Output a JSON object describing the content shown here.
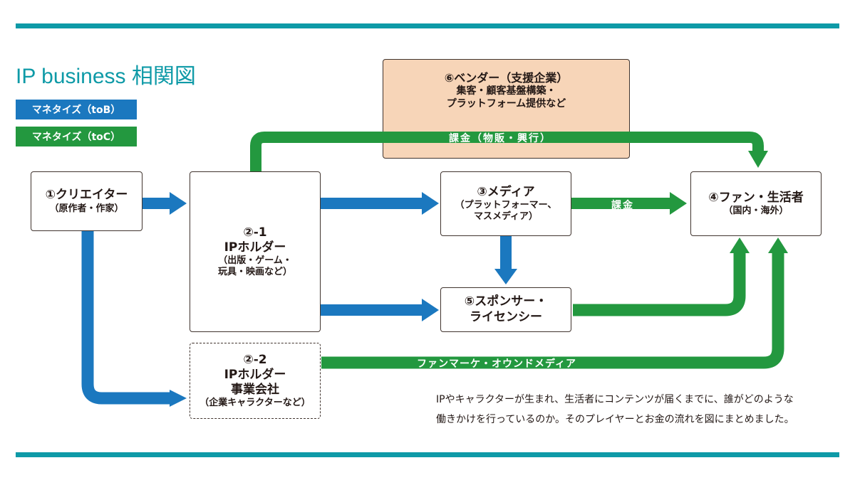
{
  "title": "IP business 相関図",
  "legend": [
    {
      "label": "マネタイズ（toB）",
      "color": "#1b78bf"
    },
    {
      "label": "マネタイズ（toC）",
      "color": "#23983f"
    }
  ],
  "colors": {
    "accent": "#0e9aa7",
    "toB": "#1b78bf",
    "toC": "#23983f",
    "vendor_bg": "#f7d5b8"
  },
  "nodes": {
    "creator": {
      "title": "①クリエイター",
      "sub": "（原作者・作家）"
    },
    "ip_holder_1": {
      "num": "②-1",
      "title": "IPホルダー",
      "sub1": "（出版・ゲーム・",
      "sub2": "玩具・映画など）"
    },
    "ip_holder_2": {
      "num": "②-2",
      "title": "IPホルダー",
      "title2": "事業会社",
      "sub": "（企業キャラクターなど）"
    },
    "media": {
      "title": "③メディア",
      "sub1": "（プラットフォーマー、",
      "sub2": "マスメディア）"
    },
    "fan": {
      "title": "④ファン・生活者",
      "sub": "（国内・海外）"
    },
    "sponsor": {
      "title1": "⑤スポンサー・",
      "title2": "ライセンシー"
    },
    "vendor": {
      "title": "⑥ベンダー（支援企業）",
      "sub1": "集客・顧客基盤構築・",
      "sub2": "プラットフォーム提供など"
    }
  },
  "flow_labels": {
    "top": "課金（物販・興行）",
    "media_fan": "課金",
    "bottom": "ファンマーケ・オウンドメディア"
  },
  "description": {
    "line1": "IPやキャラクターが生まれ、生活者にコンテンツが届くまでに、誰がどのような",
    "line2": "働きかけを行っているのか。そのプレイヤーとお金の流れを図にまとめました。"
  }
}
